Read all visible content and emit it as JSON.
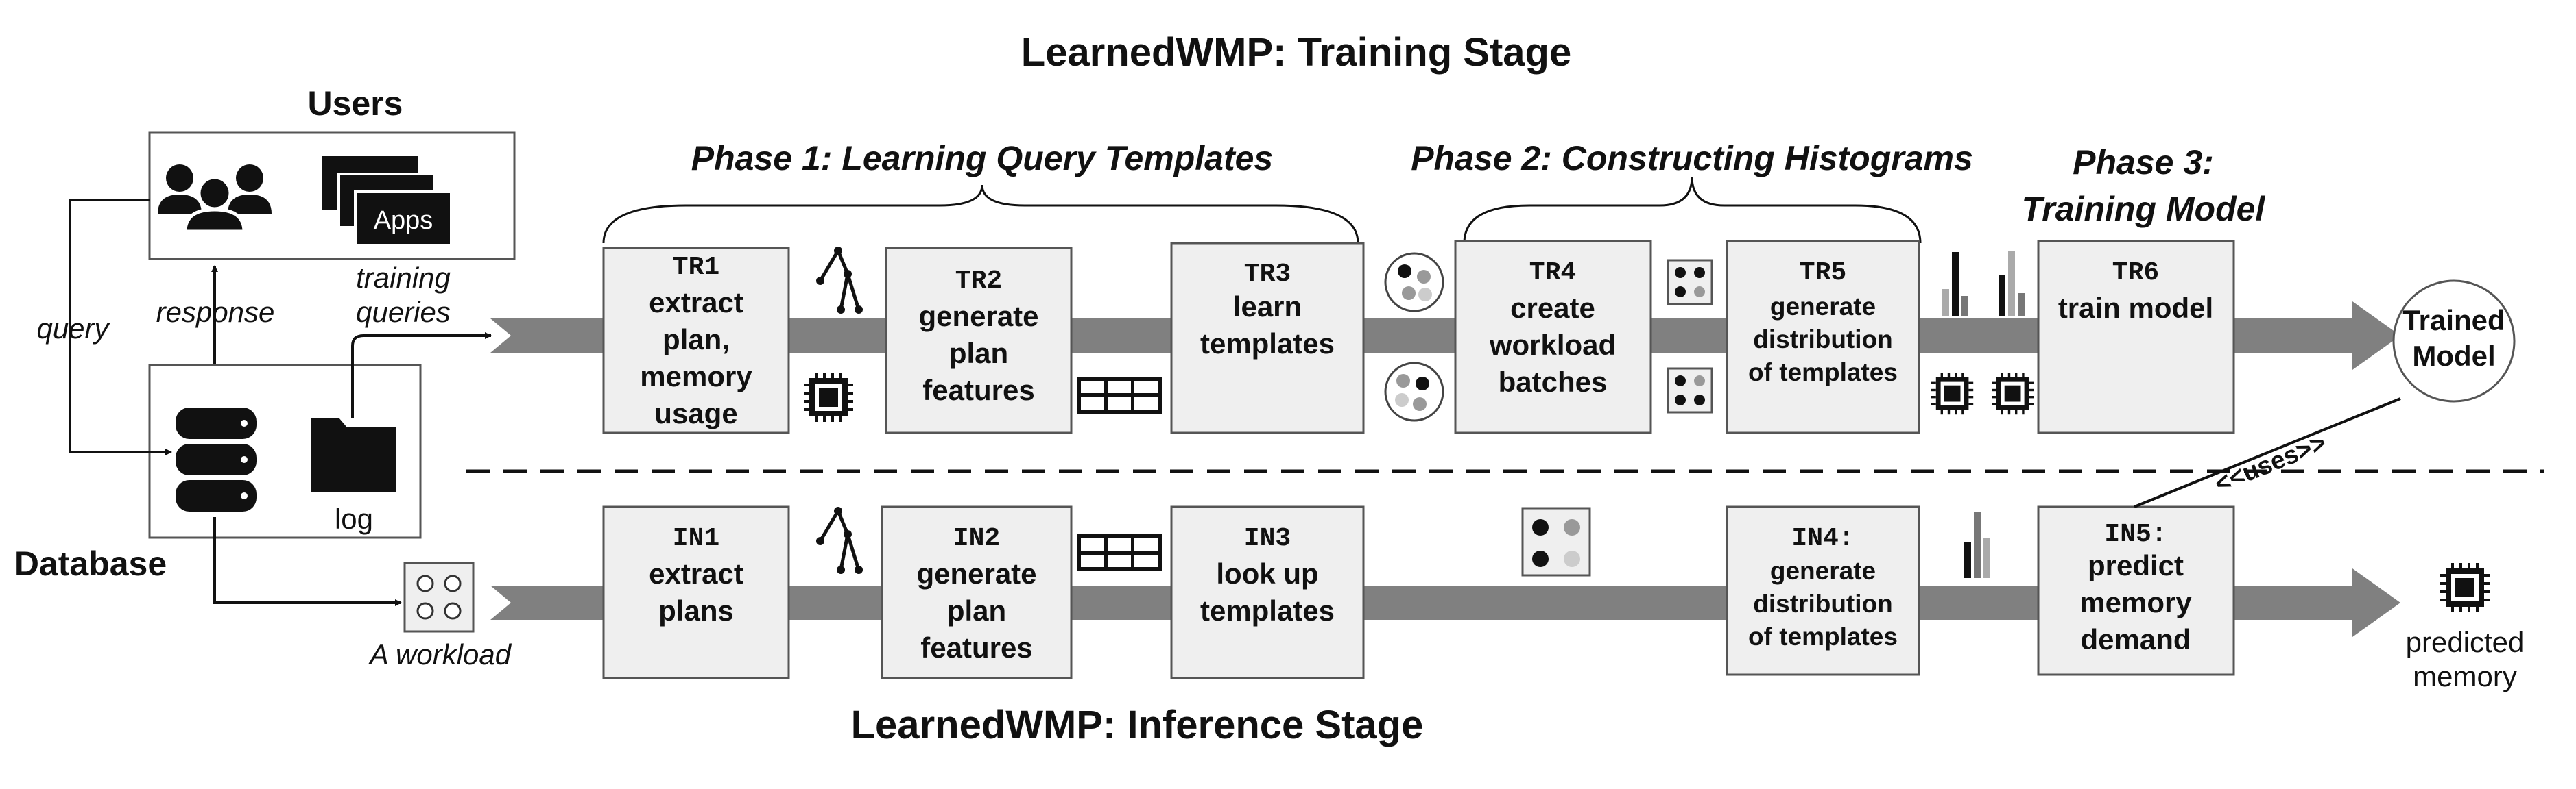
{
  "titles": {
    "training": "LearnedWMP: Training Stage",
    "inference": "LearnedWMP: Inference Stage"
  },
  "phases": {
    "p1": "Phase 1: Learning Query Templates",
    "p2": "Phase 2: Constructing Histograms",
    "p3_line1": "Phase 3:",
    "p3_line2": "Training Model"
  },
  "users": {
    "title": "Users",
    "apps_label": "Apps",
    "icons": [
      "users-group-icon",
      "apps-windows-icon"
    ]
  },
  "database": {
    "title": "Database",
    "log_label": "log",
    "icons": [
      "database-icon",
      "folder-icon"
    ]
  },
  "labels": {
    "query": "query",
    "response": "response",
    "training_queries_line1": "training",
    "training_queries_line2": "queries",
    "a_workload": "A workload",
    "uses": "<<uses>>",
    "predicted_line1": "predicted",
    "predicted_line2": "memory"
  },
  "trained_model": {
    "line1": "Trained",
    "line2": "Model"
  },
  "training_steps": [
    {
      "id": "TR1",
      "lines": [
        "extract",
        "plan,",
        "memory",
        "usage"
      ]
    },
    {
      "id": "TR2",
      "lines": [
        "generate",
        "plan",
        "features"
      ]
    },
    {
      "id": "TR3",
      "lines": [
        "learn",
        "templates"
      ]
    },
    {
      "id": "TR4",
      "lines": [
        "create",
        "workload",
        "batches"
      ]
    },
    {
      "id": "TR5",
      "lines": [
        "generate",
        "distribution",
        "of templates"
      ]
    },
    {
      "id": "TR6",
      "lines": [
        "train model"
      ]
    }
  ],
  "inference_steps": [
    {
      "id": "IN1",
      "lines": [
        "extract",
        "plans"
      ]
    },
    {
      "id": "IN2",
      "lines": [
        "generate",
        "plan",
        "features"
      ]
    },
    {
      "id": "IN3",
      "lines": [
        "look up",
        "templates"
      ]
    },
    {
      "id": "IN4:",
      "lines": [
        "generate",
        "distribution",
        "of templates"
      ]
    },
    {
      "id": "IN5:",
      "lines": [
        "predict",
        "memory",
        "demand"
      ]
    }
  ],
  "icon_names": [
    "plan-tree-icon",
    "chip-icon",
    "feature-table-icon",
    "template-cluster-icon",
    "histogram-icon",
    "workload-icon"
  ]
}
